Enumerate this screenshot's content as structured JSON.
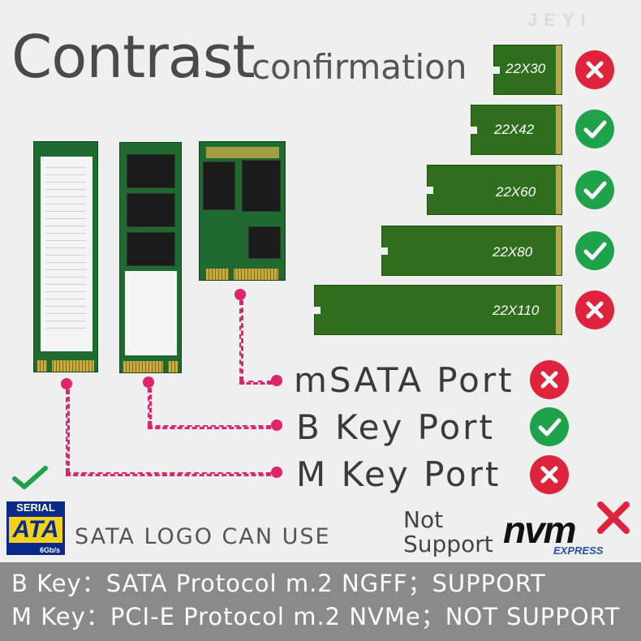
{
  "header": {
    "title_big": "Contrast",
    "title_small": "confirmation",
    "brand": "JEYI"
  },
  "sizes": [
    {
      "label": "22X30",
      "supported": false
    },
    {
      "label": "22X42",
      "supported": true
    },
    {
      "label": "22X60",
      "supported": true
    },
    {
      "label": "22X80",
      "supported": true
    },
    {
      "label": "22X110",
      "supported": false
    }
  ],
  "ports": [
    {
      "label": "mSATA Port",
      "supported": false
    },
    {
      "label": "B Key Port",
      "supported": true
    },
    {
      "label": "M Key Port",
      "supported": false
    }
  ],
  "sata": {
    "logo_top": "SERIAL",
    "logo_mid": "ATA",
    "logo_bottom": "6Gb/s",
    "text": "SATA LOGO CAN USE"
  },
  "nvme": {
    "not_support_line1": "Not",
    "not_support_line2": "Support",
    "logo": "nvm",
    "logo_sub": "EXPRESS"
  },
  "footer": {
    "line1": "B Key：SATA Protocol m.2 NGFF；SUPPORT",
    "line2": "M Key：PCI-E Protocol m.2 NVMe；NOT SUPPORT"
  },
  "colors": {
    "ok": "#1ea34a",
    "no": "#e0233d",
    "connector": "#e0246c",
    "board": "#2f6e1c"
  }
}
